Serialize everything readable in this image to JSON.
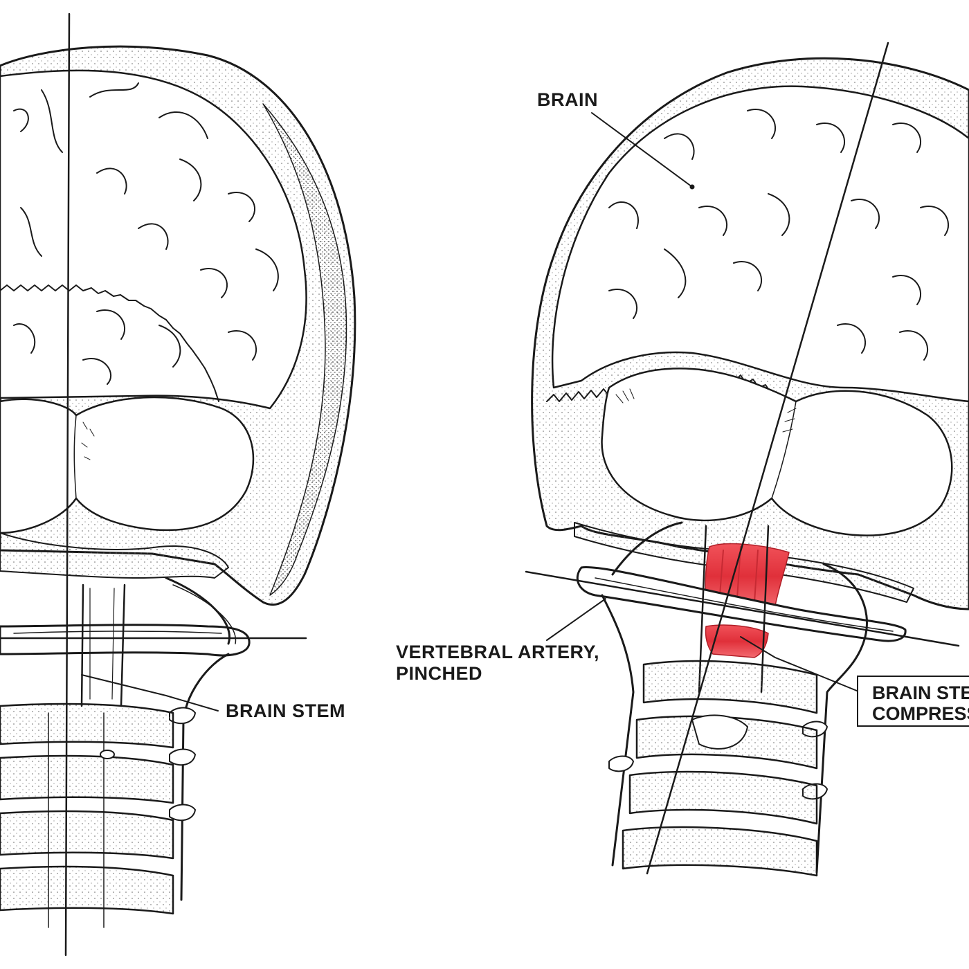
{
  "labels": {
    "brain": "BRAIN",
    "brain_stem_left": "BRAIN STEM",
    "vertebral_line_1": "VERTEBRAL ARTERY,",
    "vertebral_line_2": "PINCHED",
    "brain_stem_compressed_line_1": "BRAIN STEM",
    "brain_stem_compressed_line_2": "COMPRESSED"
  },
  "colors": {
    "ink": "#1a1a1a",
    "highlight": "#e8363f",
    "stipple": "#555555",
    "background": "#ffffff"
  },
  "panels": [
    {
      "name": "left-panel",
      "state": "skull level, aligned"
    },
    {
      "name": "right-panel",
      "state": "skull tilted, misaligned"
    }
  ]
}
